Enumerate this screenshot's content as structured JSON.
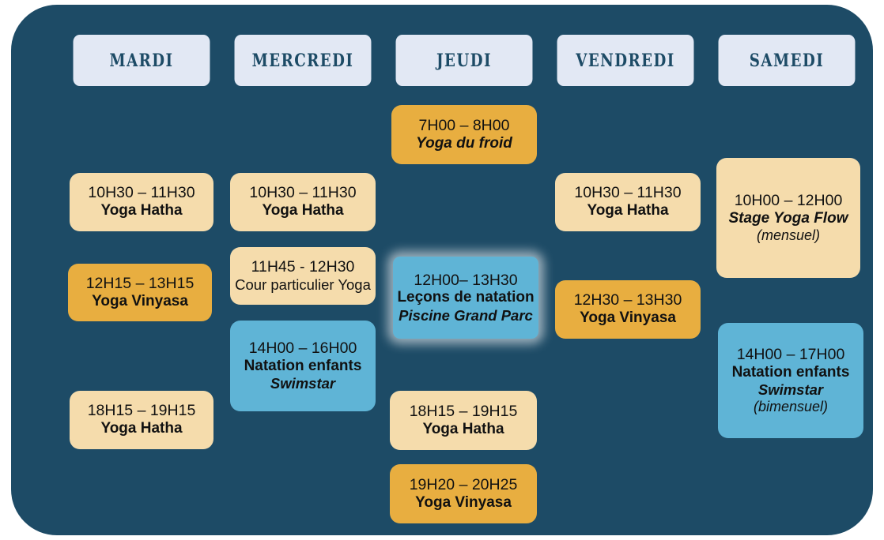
{
  "theme": {
    "panel_bg": "#1d4b66",
    "header_bg": "#e2e8f4",
    "header_text": "#1d4b66",
    "card_tan": "#f5dcac",
    "card_gold": "#e8ae40",
    "card_blue": "#5fb4d6",
    "card_text": "#111111",
    "page_bg": "#ffffff"
  },
  "days": [
    {
      "label": "MARDI"
    },
    {
      "label": "MERCREDI"
    },
    {
      "label": "JEUDI"
    },
    {
      "label": "VENDREDI"
    },
    {
      "label": "SAMEDI"
    }
  ],
  "sessions": {
    "mardi": [
      {
        "time": "10H30 – 11H30",
        "title": "Yoga Hatha",
        "color": "tan"
      },
      {
        "time": "12H15 – 13H15",
        "title": "Yoga Vinyasa",
        "color": "gold"
      },
      {
        "time": "18H15 – 19H15",
        "title": "Yoga Hatha",
        "color": "tan"
      }
    ],
    "mercredi": [
      {
        "time": "10H30 – 11H30",
        "title": "Yoga Hatha",
        "color": "tan"
      },
      {
        "time": "11H45 - 12H30",
        "title": "Cour particulier Yoga",
        "color": "tan"
      },
      {
        "time": "14H00 – 16H00",
        "title": "Natation enfants",
        "venue": "Swimstar",
        "color": "blue"
      }
    ],
    "jeudi": [
      {
        "time": "7H00 – 8H00",
        "title": "Yoga du froid",
        "color": "gold"
      },
      {
        "time": "12H00– 13H30",
        "title": "Leçons de natation",
        "venue": "Piscine Grand Parc",
        "color": "blue"
      },
      {
        "time": "18H15 – 19H15",
        "title": "Yoga Hatha",
        "color": "tan"
      },
      {
        "time": "19H20 – 20H25",
        "title": "Yoga Vinyasa",
        "color": "gold"
      }
    ],
    "vendredi": [
      {
        "time": "10H30 – 11H30",
        "title": "Yoga Hatha",
        "color": "tan"
      },
      {
        "time": "12H30 – 13H30",
        "title": "Yoga Vinyasa",
        "color": "gold"
      }
    ],
    "samedi": [
      {
        "time": "10H00 – 12H00",
        "title": "Stage Yoga Flow",
        "freq": "(mensuel)",
        "color": "tan"
      },
      {
        "time": "14H00 – 17H00",
        "title": "Natation enfants",
        "venue": "Swimstar",
        "freq": "(bimensuel)",
        "color": "blue"
      }
    ]
  }
}
